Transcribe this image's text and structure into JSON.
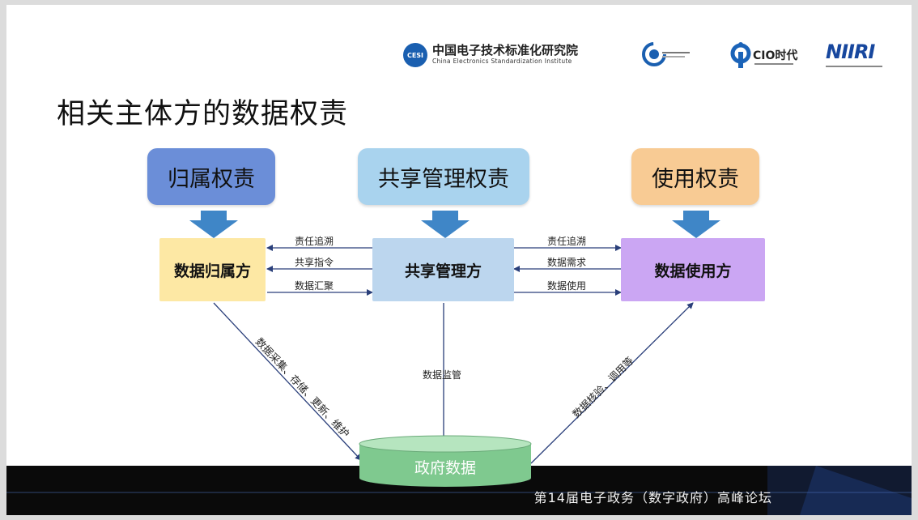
{
  "header": {
    "logo_cesi": {
      "badge": "CESI",
      "cn": "中国电子技术标准化研究院",
      "en": "China Electronics Standardization Institute"
    },
    "logo_cio": {
      "name": "CIO时代"
    },
    "logo_niiri": {
      "name": "NIIRI"
    }
  },
  "title": "相关主体方的数据权责",
  "categories": {
    "ownership": "归属权责",
    "sharing": "共享管理权责",
    "usage": "使用权责"
  },
  "nodes": {
    "owner": "数据归属方",
    "manager": "共享管理方",
    "user": "数据使用方",
    "gov_data": "政府数据"
  },
  "edges": {
    "left_top": "责任追溯",
    "left_mid": "共享指令",
    "left_bottom": "数据汇聚",
    "right_top": "责任追溯",
    "right_mid": "数据需求",
    "right_bottom": "数据使用",
    "diag_left": "数据采集、存储、更新、维护",
    "center_down": "数据监管",
    "diag_right": "数据核验、调用等"
  },
  "footer": {
    "text": "第14届电子政务（数字政府）高峰论坛"
  },
  "colors": {
    "ownership_box": "#6b8ed8",
    "sharing_box": "#a9d3ee",
    "usage_box": "#f8cb94",
    "owner_node": "#fde8a4",
    "manager_node": "#bcd6ee",
    "user_node": "#cba6f3",
    "arrow": "#3f86c7",
    "line": "#2a3f7a",
    "cylinder": "#7fc98f",
    "footer_bg": "#0a0a0a"
  }
}
